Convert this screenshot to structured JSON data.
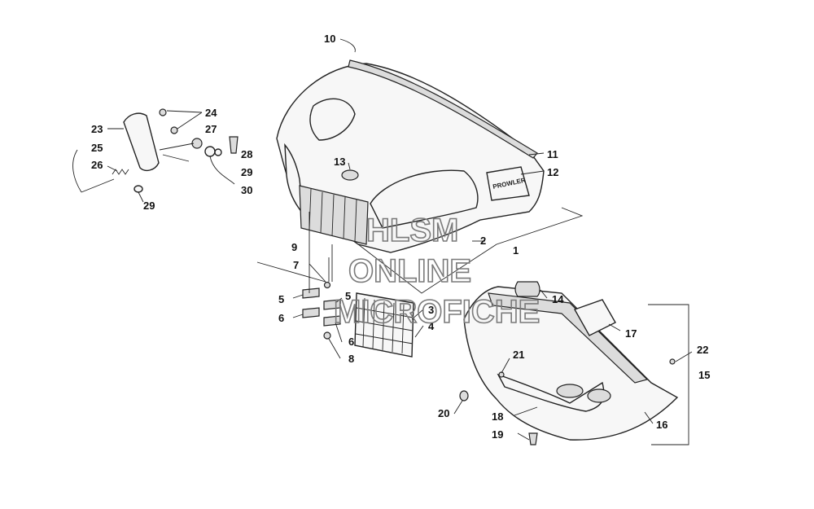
{
  "callouts": {
    "c1": "1",
    "c2": "2",
    "c3": "3",
    "c4": "4",
    "c5a": "5",
    "c5b": "5",
    "c6a": "6",
    "c6b": "6",
    "c7": "7",
    "c8": "8",
    "c9": "9",
    "c10": "10",
    "c11": "11",
    "c12": "12",
    "c13": "13",
    "c14": "14",
    "c15": "15",
    "c16": "16",
    "c17": "17",
    "c18": "18",
    "c19": "19",
    "c20": "20",
    "c21": "21",
    "c22": "22",
    "c23": "23",
    "c24": "24",
    "c25": "25",
    "c26": "26",
    "c27": "27",
    "c28": "28",
    "c29a": "29",
    "c29b": "29",
    "c30": "30"
  },
  "hood_decal": "PROWLER",
  "watermark": {
    "line1": "HLSM",
    "line2": "ONLINE",
    "line3": "MICROFICHE"
  }
}
